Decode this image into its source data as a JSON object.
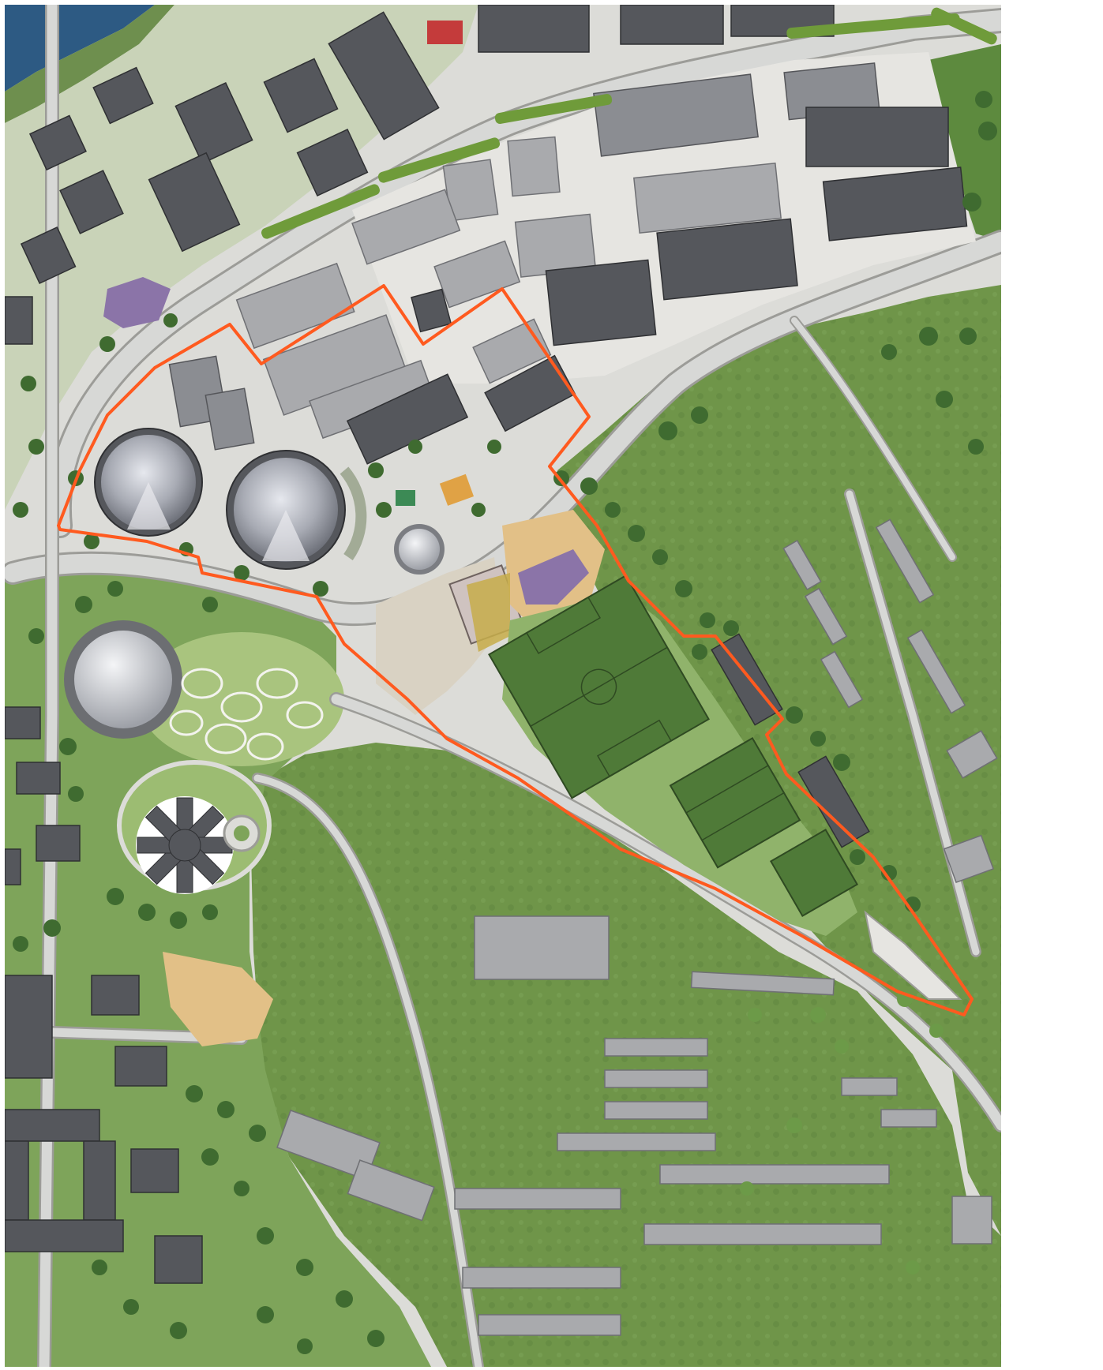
{
  "map": {
    "type": "landscape-site-plan",
    "palette": {
      "water": "#2d5a83",
      "grass_field": "#6d9448",
      "grass_dark": "#4c7435",
      "park_light": "#a9c47e",
      "pavement": "#e4e3df",
      "plaza": "#d9d2c3",
      "building_new": "#55575c",
      "building_existing": "#a9aaad",
      "gasholder_dome": "#b9bcc4",
      "boundary": "#ff5a1f",
      "football_pitch": "#4f7a38",
      "pitch_lines": "#2f4a22",
      "sand_play": "#e2c087",
      "purple_play": "#8b74a8"
    },
    "labels": [],
    "features": [
      {
        "name": "site-boundary",
        "icon": "outline-polygon"
      },
      {
        "name": "gasholder",
        "count": 4
      },
      {
        "name": "football-pitch",
        "count": 1
      },
      {
        "name": "small-sided-pitch",
        "count": 3
      },
      {
        "name": "star-shaped-building",
        "count": 1
      }
    ]
  }
}
